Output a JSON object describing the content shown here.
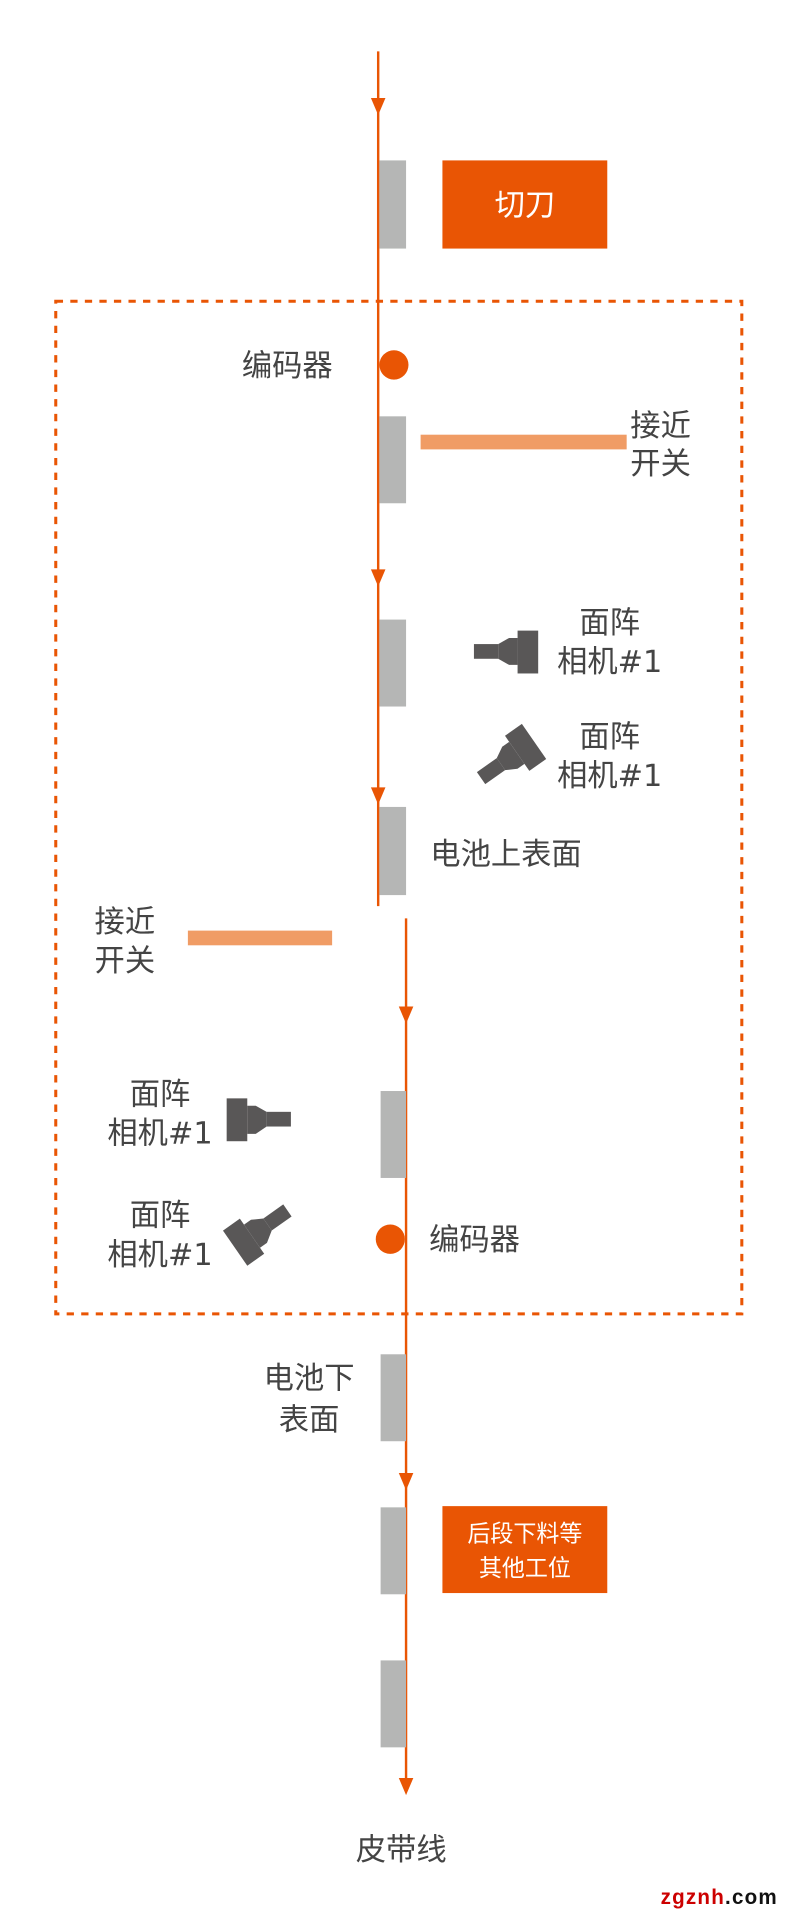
{
  "colors": {
    "accent": "#E95504",
    "light_accent": "#F09C65",
    "block": "#B5B6B5",
    "camera": "#595757",
    "text": "#444444"
  },
  "labels": {
    "cutter": "切刀",
    "encoder_top": "编码器",
    "proximity_top": [
      "接近",
      "开关"
    ],
    "camera_1": [
      "面阵",
      "相机#1"
    ],
    "camera_2": [
      "面阵",
      "相机#1"
    ],
    "battery_top": "电池上表面",
    "proximity_bottom": [
      "接近",
      "开关"
    ],
    "camera_3": [
      "面阵",
      "相机#1"
    ],
    "camera_4": [
      "面阵",
      "相机#1"
    ],
    "encoder_bottom": "编码器",
    "battery_bottom": [
      "电池下",
      "表面"
    ],
    "downstream": [
      "后段下料等",
      "其他工位"
    ],
    "belt": "皮带线"
  },
  "watermark": {
    "red": "zgznh",
    "black": ".com"
  }
}
